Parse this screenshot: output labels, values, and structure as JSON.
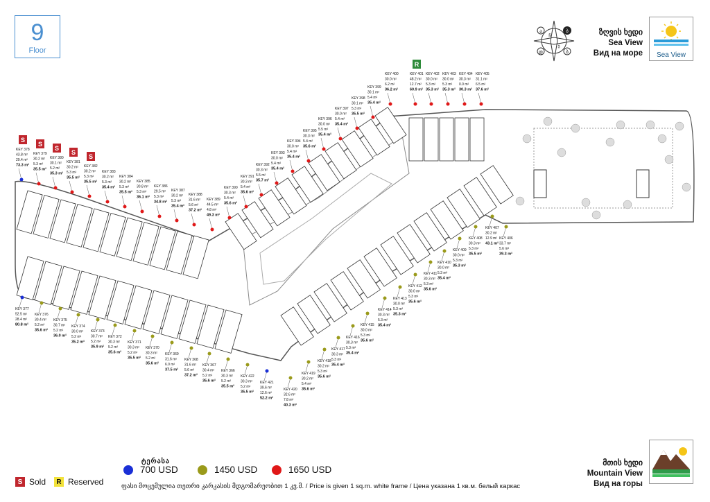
{
  "floor": {
    "number": "9",
    "label": "Floor"
  },
  "compass": {
    "letters": [
      "ა",
      "ბ",
      "დ",
      "ბ",
      "ჩ",
      "ე"
    ]
  },
  "sea_view": {
    "ka": "ზღვის ხედი",
    "en": "Sea View",
    "ru": "Вид на море",
    "box_label": "Sea View"
  },
  "mountain_view": {
    "ka": "მთის ხედი",
    "en": "Mountain View",
    "ru": "Вид на горы"
  },
  "legend": {
    "title": "ტერასა",
    "items": [
      {
        "label": "700 USD",
        "color": "#1a2fd6"
      },
      {
        "label": "1450 USD",
        "color": "#9a9a1a"
      },
      {
        "label": "1650 USD",
        "color": "#e01818"
      }
    ]
  },
  "status": {
    "sold_badge": "S",
    "sold": "Sold",
    "reserved_badge": "R",
    "reserved": "Reserved"
  },
  "footnote": "ფასი მოცემულია თეთრი კარკასის მდგომარეობით 1 კვ.მ. / Price is given 1 sq.m. white frame / Цена указана 1 кв.м. белый каркас",
  "units_top": [
    {
      "key": "KEY 378",
      "a": "43.8 m²",
      "b": "29.4 m²",
      "total": "73.3 m²",
      "tag": "S",
      "dot": "#1a2fd6"
    },
    {
      "key": "KEY 379",
      "a": "30.2 m²",
      "b": "5.3 m²",
      "total": "35.5 m²",
      "tag": "S",
      "dot": "#e01818"
    },
    {
      "key": "KEY 380",
      "a": "30.1 m²",
      "b": "5.2 m²",
      "total": "35.3 m²",
      "tag": "S",
      "dot": "#e01818"
    },
    {
      "key": "KEY 381",
      "a": "30.2 m²",
      "b": "5.3 m²",
      "total": "35.5 m²",
      "tag": "S",
      "dot": "#e01818"
    },
    {
      "key": "KEY 382",
      "a": "30.2 m²",
      "b": "5.3 m²",
      "total": "35.5 m²",
      "tag": "S",
      "dot": "#e01818"
    },
    {
      "key": "KEY 383",
      "a": "30.2 m²",
      "b": "5.3 m²",
      "total": "35.4 m²",
      "tag": "",
      "dot": "#e01818"
    },
    {
      "key": "KEY 384",
      "a": "30.2 m²",
      "b": "5.3 m²",
      "total": "35.5 m²",
      "tag": "",
      "dot": "#e01818"
    },
    {
      "key": "KEY 385",
      "a": "30.8 m²",
      "b": "5.3 m²",
      "total": "36.1 m²",
      "tag": "",
      "dot": "#e01818"
    },
    {
      "key": "KEY 386",
      "a": "29.5 m²",
      "b": "5.3 m²",
      "total": "34.8 m²",
      "tag": "",
      "dot": "#e01818"
    },
    {
      "key": "KEY 387",
      "a": "30.2 m²",
      "b": "5.3 m²",
      "total": "35.4 m²",
      "tag": "",
      "dot": "#e01818"
    },
    {
      "key": "KEY 388",
      "a": "31.6 m²",
      "b": "5.6 m²",
      "total": "37.2 m²",
      "tag": "",
      "dot": "#e01818"
    },
    {
      "key": "KEY 389",
      "a": "44.5 m²",
      "b": "4.8 m²",
      "total": "49.3 m²",
      "tag": "",
      "dot": "#e01818"
    },
    {
      "key": "KEY 390",
      "a": "30.3 m²",
      "b": "5.4 m²",
      "total": "35.6 m²",
      "tag": "",
      "dot": "#e01818"
    },
    {
      "key": "KEY 391",
      "a": "30.3 m²",
      "b": "5.4 m²",
      "total": "35.6 m²",
      "tag": "",
      "dot": "#e01818"
    },
    {
      "key": "KEY 392",
      "a": "30.3 m²",
      "b": "5.5 m²",
      "total": "35.7 m²",
      "tag": "",
      "dot": "#e01818"
    },
    {
      "key": "KEY 393",
      "a": "30.0 m²",
      "b": "5.4 m²",
      "total": "35.4 m²",
      "tag": "",
      "dot": "#e01818"
    },
    {
      "key": "KEY 394",
      "a": "30.0 m²",
      "b": "5.4 m²",
      "total": "35.4 m²",
      "tag": "",
      "dot": "#e01818"
    },
    {
      "key": "KEY 395",
      "a": "30.3 m²",
      "b": "5.4 m²",
      "total": "35.6 m²",
      "tag": "",
      "dot": "#e01818"
    },
    {
      "key": "KEY 396",
      "a": "30.0 m²",
      "b": "5.5 m²",
      "total": "35.4 m²",
      "tag": "",
      "dot": "#e01818"
    },
    {
      "key": "KEY 397",
      "a": "30.0 m²",
      "b": "5.4 m²",
      "total": "35.4 m²",
      "tag": "",
      "dot": "#e01818"
    },
    {
      "key": "KEY 398",
      "a": "30.1 m²",
      "b": "5.3 m²",
      "total": "35.5 m²",
      "tag": "",
      "dot": "#e01818"
    },
    {
      "key": "KEY 399",
      "a": "30.1 m²",
      "b": "5.4 m²",
      "total": "35.4 m²",
      "tag": "",
      "dot": "#e01818"
    },
    {
      "key": "KEY 400",
      "a": "30.0 m²",
      "b": "6.2 m²",
      "total": "36.2 m²",
      "tag": "",
      "dot": "#e01818"
    },
    {
      "key": "KEY 401",
      "a": "48.2 m²",
      "b": "12.7 m²",
      "total": "60.9 m²",
      "tag": "R",
      "dot": "#e01818"
    },
    {
      "key": "KEY 402",
      "a": "30.0 m²",
      "b": "5.3 m²",
      "total": "35.3 m²",
      "tag": "",
      "dot": "#e01818"
    },
    {
      "key": "KEY 403",
      "a": "30.0 m²",
      "b": "5.3 m²",
      "total": "35.3 m²",
      "tag": "",
      "dot": "#e01818"
    },
    {
      "key": "KEY 404",
      "a": "30.3 m²",
      "b": "0.0 m²",
      "total": "30.3 m²",
      "tag": "",
      "dot": "#e01818"
    },
    {
      "key": "KEY 405",
      "a": "31.1 m²",
      "b": "6.5 m²",
      "total": "37.6 m²",
      "tag": "",
      "dot": "#e01818"
    }
  ],
  "units_bottom": [
    {
      "key": "KEY 377",
      "a": "52.5 m²",
      "b": "28.4 m²",
      "total": "80.8 m²",
      "dot": "#1a2fd6"
    },
    {
      "key": "KEY 376",
      "a": "30.4 m²",
      "b": "5.2 m²",
      "total": "35.6 m²",
      "dot": "#9a9a1a"
    },
    {
      "key": "KEY 375",
      "a": "30.7 m²",
      "b": "5.2 m²",
      "total": "36.0 m²",
      "dot": "#9a9a1a"
    },
    {
      "key": "KEY 374",
      "a": "30.0 m²",
      "b": "5.2 m²",
      "total": "35.2 m²",
      "dot": "#9a9a1a"
    },
    {
      "key": "KEY 373",
      "a": "30.7 m²",
      "b": "5.2 m²",
      "total": "35.9 m²",
      "dot": "#9a9a1a"
    },
    {
      "key": "KEY 372",
      "a": "30.3 m²",
      "b": "5.2 m²",
      "total": "35.6 m²",
      "dot": "#9a9a1a"
    },
    {
      "key": "KEY 371",
      "a": "30.3 m²",
      "b": "5.2 m²",
      "total": "35.5 m²",
      "dot": "#9a9a1a"
    },
    {
      "key": "KEY 370",
      "a": "30.3 m²",
      "b": "5.2 m²",
      "total": "35.6 m²",
      "dot": "#9a9a1a"
    },
    {
      "key": "KEY 369",
      "a": "31.6 m²",
      "b": "6.0 m²",
      "total": "37.5 m²",
      "dot": "#9a9a1a"
    },
    {
      "key": "KEY 368",
      "a": "31.6 m²",
      "b": "5.6 m²",
      "total": "37.2 m²",
      "dot": "#9a9a1a"
    },
    {
      "key": "KEY 367",
      "a": "30.4 m²",
      "b": "5.2 m²",
      "total": "35.6 m²",
      "dot": "#9a9a1a"
    },
    {
      "key": "KEY 366",
      "a": "30.3 m²",
      "b": "5.2 m²",
      "total": "35.5 m²",
      "dot": "#9a9a1a"
    },
    {
      "key": "KEY 422",
      "a": "30.3 m²",
      "b": "5.2 m²",
      "total": "35.5 m²",
      "dot": "#9a9a1a"
    },
    {
      "key": "KEY 421",
      "a": "39.6 m²",
      "b": "12.6 m²",
      "total": "52.2 m²",
      "dot": "#1a2fd6"
    },
    {
      "key": "KEY 420",
      "a": "32.6 m²",
      "b": "7.8 m²",
      "total": "40.3 m²",
      "dot": "#9a9a1a"
    },
    {
      "key": "KEY 419",
      "a": "30.2 m²",
      "b": "5.4 m²",
      "total": "35.6 m²",
      "dot": "#9a9a1a"
    },
    {
      "key": "KEY 418",
      "a": "30.2 m²",
      "b": "5.3 m²",
      "total": "35.6 m²",
      "dot": "#9a9a1a"
    },
    {
      "key": "KEY 417",
      "a": "30.3 m²",
      "b": "5.3 m²",
      "total": "35.4 m²",
      "dot": "#9a9a1a"
    },
    {
      "key": "KEY 416",
      "a": "30.3 m²",
      "b": "5.3 m²",
      "total": "35.4 m²",
      "dot": "#9a9a1a"
    },
    {
      "key": "KEY 415",
      "a": "30.0 m²",
      "b": "5.3 m²",
      "total": "35.6 m²",
      "dot": "#9a9a1a"
    },
    {
      "key": "KEY 414",
      "a": "30.3 m²",
      "b": "5.3 m²",
      "total": "35.4 m²",
      "dot": "#9a9a1a"
    },
    {
      "key": "KEY 413",
      "a": "30.0 m²",
      "b": "5.3 m²",
      "total": "35.3 m²",
      "dot": "#9a9a1a"
    },
    {
      "key": "KEY 412",
      "a": "30.0 m²",
      "b": "5.3 m²",
      "total": "35.6 m²",
      "dot": "#9a9a1a"
    },
    {
      "key": "KEY 411",
      "a": "30.3 m²",
      "b": "5.3 m²",
      "total": "35.6 m²",
      "dot": "#9a9a1a"
    },
    {
      "key": "KEY 410",
      "a": "30.0 m²",
      "b": "5.3 m²",
      "total": "35.4 m²",
      "dot": "#9a9a1a"
    },
    {
      "key": "KEY 409",
      "a": "30.0 m²",
      "b": "5.3 m²",
      "total": "35.3 m²",
      "dot": "#9a9a1a"
    },
    {
      "key": "KEY 408",
      "a": "30.3 m²",
      "b": "5.3 m²",
      "total": "35.5 m²",
      "dot": "#9a9a1a"
    },
    {
      "key": "KEY 407",
      "a": "30.2 m²",
      "b": "12.9 m²",
      "total": "43.1 m²",
      "dot": "#9a9a1a"
    },
    {
      "key": "KEY 406",
      "a": "33.7 m²",
      "b": "5.6 m²",
      "total": "39.3 m²",
      "dot": "#9a9a1a"
    }
  ]
}
